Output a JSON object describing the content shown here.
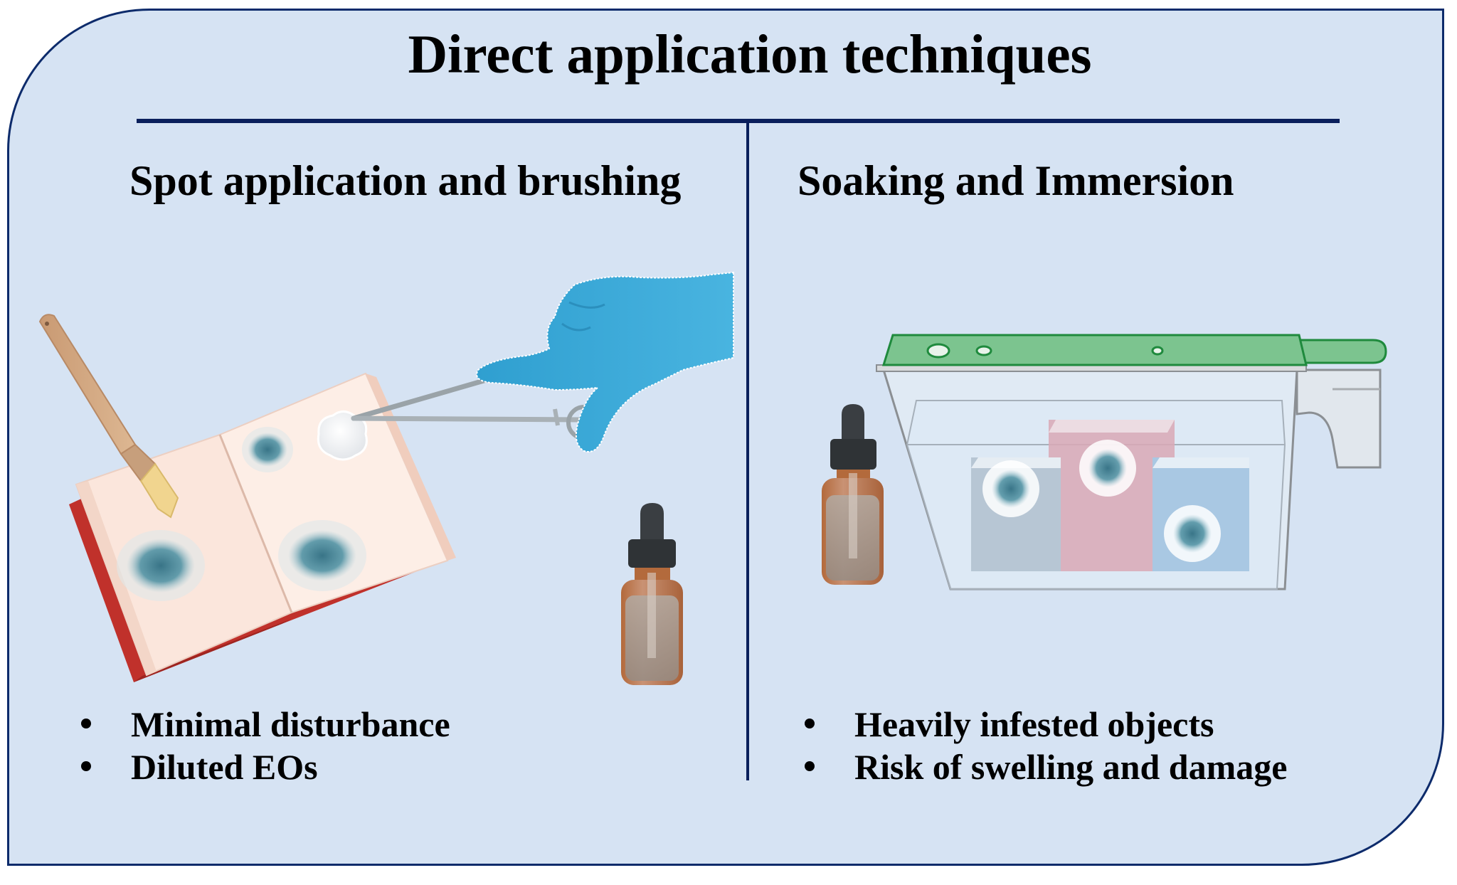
{
  "title": "Direct application techniques",
  "colors": {
    "panel_background": "#d6e3f3",
    "panel_border": "#0d2b6b",
    "rule": "#0a1f5c",
    "glove": "#3aa8d6",
    "book_cover": "#c0312b",
    "book_page": "#fbe6dc",
    "mold": "#3f7f93",
    "lid": "#4cb86a",
    "bottle_glass": "#b8794f",
    "dropper_cap": "#2f3336"
  },
  "sections": [
    {
      "id": "spot",
      "heading": "Spot application and brushing",
      "illustration": [
        "paint-brush",
        "open-book-with-mold-spots",
        "gloved-hand",
        "forceps-with-cotton",
        "dropper-bottle"
      ],
      "bullets": [
        "Minimal disturbance",
        "Diluted EOs"
      ]
    },
    {
      "id": "soak",
      "heading": "Soaking and Immersion",
      "illustration": [
        "dropper-bottle",
        "container-with-green-lid",
        "three-books-with-mold-spots"
      ],
      "bullets": [
        "Heavily infested objects",
        "Risk of swelling and damage"
      ]
    }
  ]
}
